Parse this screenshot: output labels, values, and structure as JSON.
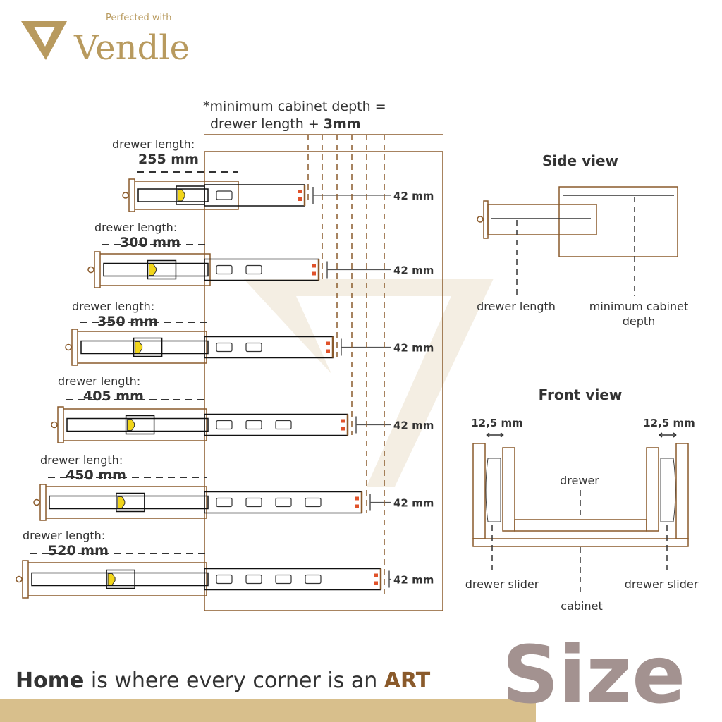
{
  "brand": {
    "logo_text": "Vendle",
    "tagline": "Perfected with"
  },
  "note": {
    "line1": "*minimum cabinet depth =",
    "line2_prefix": "drewer length + ",
    "line2_bold": "3mm"
  },
  "rows": [
    {
      "label": "drewer length:",
      "value": "255 mm",
      "offset": "42 mm"
    },
    {
      "label": "drewer length:",
      "value": "300 mm",
      "offset": "42 mm"
    },
    {
      "label": "drewer length:",
      "value": "350 mm",
      "offset": "42 mm"
    },
    {
      "label": "drewer length:",
      "value": "405 mm",
      "offset": "42 mm"
    },
    {
      "label": "drewer length:",
      "value": "450 mm",
      "offset": "42 mm"
    },
    {
      "label": "drewer length:",
      "value": "520 mm",
      "offset": "42 mm"
    }
  ],
  "side_view": {
    "title": "Side view",
    "drawer_label": "drewer length",
    "cabinet_label1": "minimum cabinet",
    "cabinet_label2": "depth"
  },
  "front_view": {
    "title": "Front view",
    "gap_left": "12,5 mm",
    "gap_right": "12,5 mm",
    "drawer": "drewer",
    "slider_left": "drewer slider",
    "slider_right": "drewer slider",
    "cabinet": "cabinet"
  },
  "footer": {
    "home": "Home",
    "middle": " is where every corner is an ",
    "art": "ART",
    "size": "Size"
  },
  "colors": {
    "wood": "#8a5a2b",
    "gold": "#b89a5e",
    "band": "#d8bf8c",
    "size": "#a39290",
    "orange": "#e0522a",
    "yellow": "#f1d51a"
  }
}
